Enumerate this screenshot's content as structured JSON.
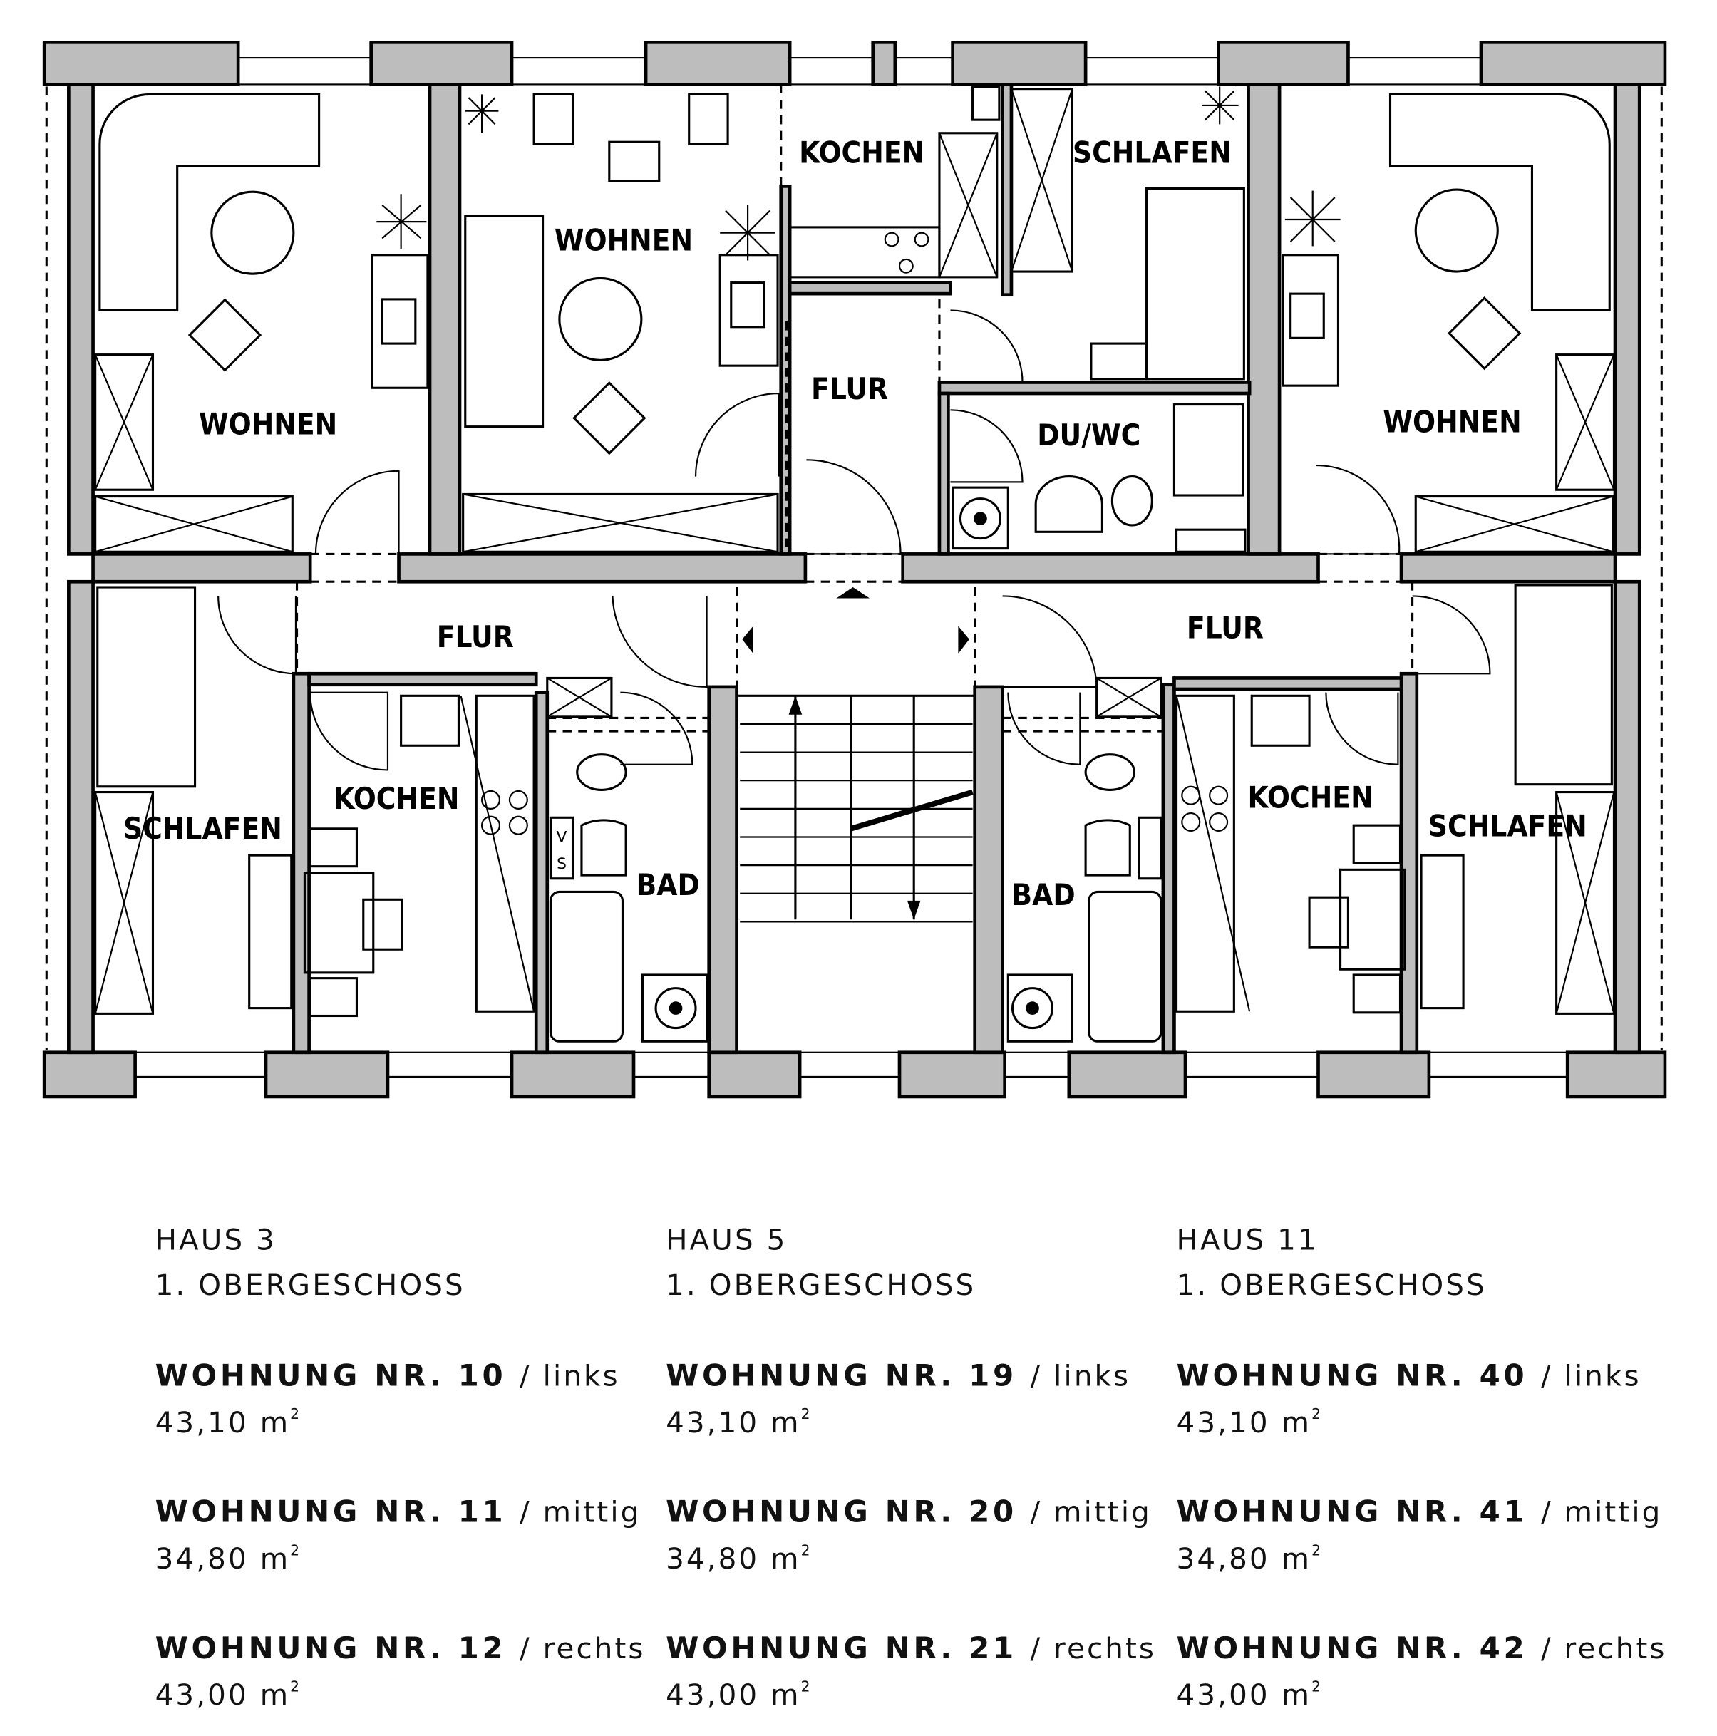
{
  "plan": {
    "rooms": {
      "wohnen_left": "WOHNEN",
      "wohnen_mid": "WOHNEN",
      "kochen_mid": "KOCHEN",
      "schlafen_mid": "SCHLAFEN",
      "wohnen_right": "WOHNEN",
      "flur_mid": "FLUR",
      "duwc_mid": "DU/WC",
      "flur_left": "FLUR",
      "flur_right": "FLUR",
      "schlafen_left": "SCHLAFEN",
      "kochen_left": "KOCHEN",
      "bad_left": "BAD",
      "bad_right": "BAD",
      "kochen_right": "KOCHEN",
      "schlafen_right": "SCHLAFEN"
    },
    "vs_label_v": "V",
    "vs_label_s": "S"
  },
  "houses": [
    {
      "haus": "HAUS 3",
      "floor": "1. OBERGESCHOSS",
      "units": [
        {
          "name": "WOHNUNG NR. 10",
          "position": "/ links",
          "area": "43,10 m",
          "sup": "2"
        },
        {
          "name": "WOHNUNG NR. 11",
          "position": "/ mittig",
          "area": "34,80 m",
          "sup": "2"
        },
        {
          "name": "WOHNUNG NR. 12",
          "position": "/ rechts",
          "area": "43,00 m",
          "sup": "2"
        }
      ]
    },
    {
      "haus": "HAUS 5",
      "floor": "1. OBERGESCHOSS",
      "units": [
        {
          "name": "WOHNUNG NR. 19",
          "position": "/ links",
          "area": "43,10 m",
          "sup": "2"
        },
        {
          "name": "WOHNUNG NR. 20",
          "position": "/ mittig",
          "area": "34,80 m",
          "sup": "2"
        },
        {
          "name": "WOHNUNG NR. 21",
          "position": "/ rechts",
          "area": "43,00 m",
          "sup": "2"
        }
      ]
    },
    {
      "haus": "HAUS 11",
      "floor": "1. OBERGESCHOSS",
      "units": [
        {
          "name": "WOHNUNG NR. 40",
          "position": "/ links",
          "area": "43,10 m",
          "sup": "2"
        },
        {
          "name": "WOHNUNG NR. 41",
          "position": "/ mittig",
          "area": "34,80 m",
          "sup": "2"
        },
        {
          "name": "WOHNUNG NR. 42",
          "position": "/ rechts",
          "area": "43,00 m",
          "sup": "2"
        }
      ]
    }
  ]
}
